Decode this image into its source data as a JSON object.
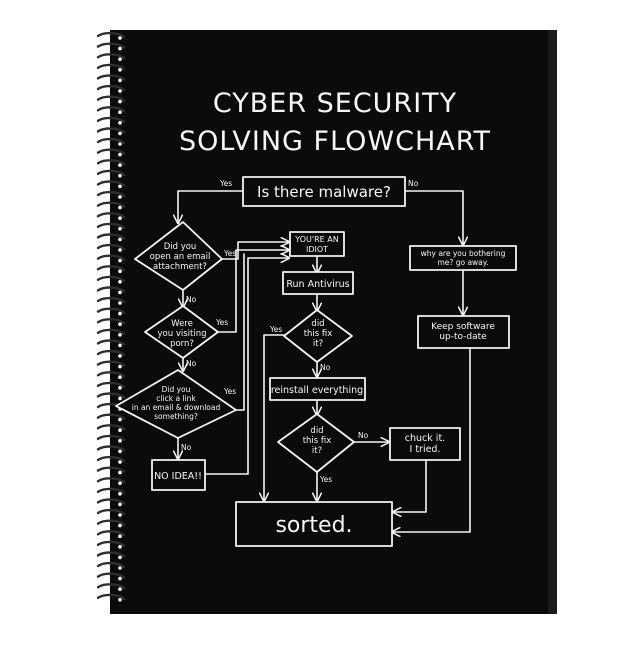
{
  "colors": {
    "page": "#ffffff",
    "cover": "#0b0b0b",
    "chalk": "#f4f4f4",
    "spiral": "#2e2e2e"
  },
  "icons": {
    "binding": "spiral-binding-icon"
  },
  "title": {
    "line1": "CYBER SECURITY",
    "line2": "SOLVING FLOWCHART"
  },
  "nodes": {
    "malware": "Is there malware?",
    "email_q": [
      "Did you",
      "open an email",
      "attachment?"
    ],
    "porn_q": [
      "Were",
      "you visiting",
      "porn?"
    ],
    "link_q": [
      "Did you",
      "click a link",
      "in an email & download",
      "something?"
    ],
    "no_idea": "NO IDEA!!",
    "idiot": [
      "YOU'RE AN",
      "IDIOT"
    ],
    "run_av": "Run Antivirus",
    "fix_q1": [
      "did",
      "this fix",
      "it?"
    ],
    "reinstall": "reinstall everything",
    "fix_q2": [
      "did",
      "this fix",
      "it?"
    ],
    "chuck": [
      "chuck it.",
      "I tried."
    ],
    "why": [
      "why are you bothering",
      "me? go away."
    ],
    "keep": [
      "Keep software",
      "up-to-date"
    ],
    "sorted": "sorted."
  },
  "edges": {
    "malware_yes": "Yes",
    "malware_no": "No",
    "email_yes": "Yes",
    "email_no": "No",
    "porn_yes": "Yes",
    "porn_no": "No",
    "link_yes": "Yes",
    "link_no": "No",
    "fix1_yes": "Yes",
    "fix1_no": "No",
    "fix2_yes": "Yes",
    "fix2_no": "No"
  }
}
